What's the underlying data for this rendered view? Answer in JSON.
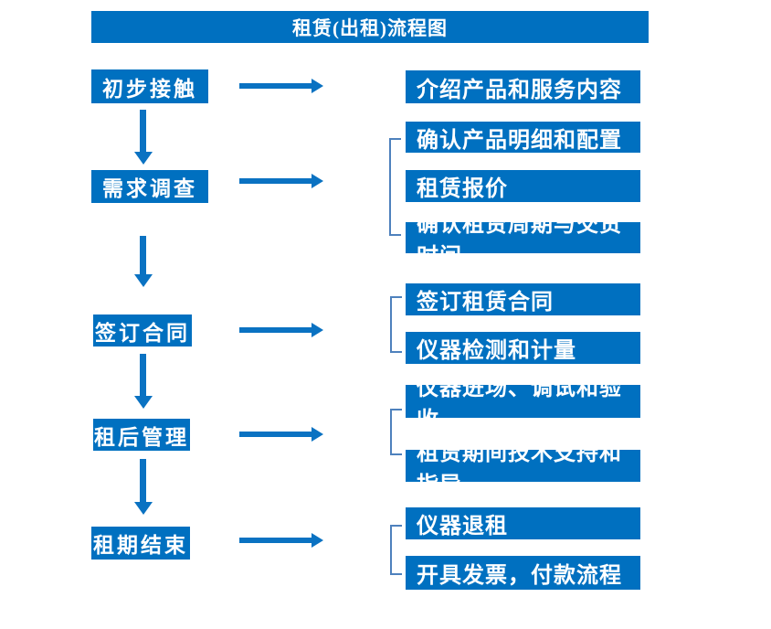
{
  "title": "租赁(出租)流程图",
  "colors": {
    "primary": "#0070C0",
    "arrow": "#0A72C2",
    "bracket": "#4E81BD",
    "text": "#FFFFFF",
    "background": "#FFFFFF"
  },
  "flow": [
    {
      "step": "初步接触",
      "outputs": [
        "介绍产品和服务内容"
      ]
    },
    {
      "step": "需求调查",
      "outputs": [
        "确认产品明细和配置",
        "租赁报价",
        "确认租赁周期与交货时间"
      ]
    },
    {
      "step": "签订合同",
      "outputs": [
        "签订租赁合同",
        "仪器检测和计量"
      ]
    },
    {
      "step": "租后管理",
      "outputs": [
        "仪器进场、调试和验收",
        "租赁期间技术支持和指导"
      ]
    },
    {
      "step": "租期结束",
      "outputs": [
        "仪器退租",
        "开具发票，付款流程"
      ]
    }
  ]
}
